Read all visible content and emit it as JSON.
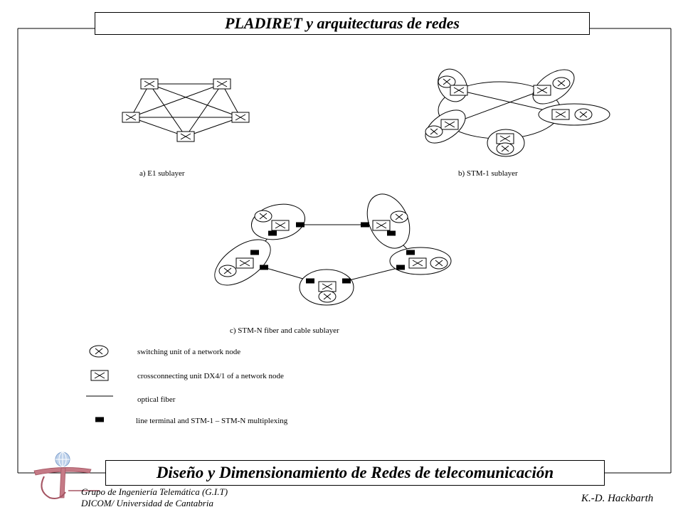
{
  "header": {
    "title": "PLADIRET y arquitecturas de redes"
  },
  "diagrams": {
    "a": {
      "caption": "a) E1 sublayer"
    },
    "b": {
      "caption": "b) STM-1 sublayer"
    },
    "c": {
      "caption": "c) STM-N fiber and cable sublayer"
    }
  },
  "legend": {
    "switching": "switching unit of a network node",
    "crossconnect": "crossconnecting unit DX4/1  of a network node",
    "fiber": "optical fiber",
    "terminal": "line terminal and STM-1 – STM-N multiplexing"
  },
  "footer": {
    "main_title": "Diseño y Dimensionamiento de Redes de telecomunicación",
    "group_line1": "Grupo de Ingeniería Telemática (G.I.T)",
    "group_line2": "DICOM/ Universidad de Cantabria",
    "author": "K.-D. Hackbarth"
  }
}
